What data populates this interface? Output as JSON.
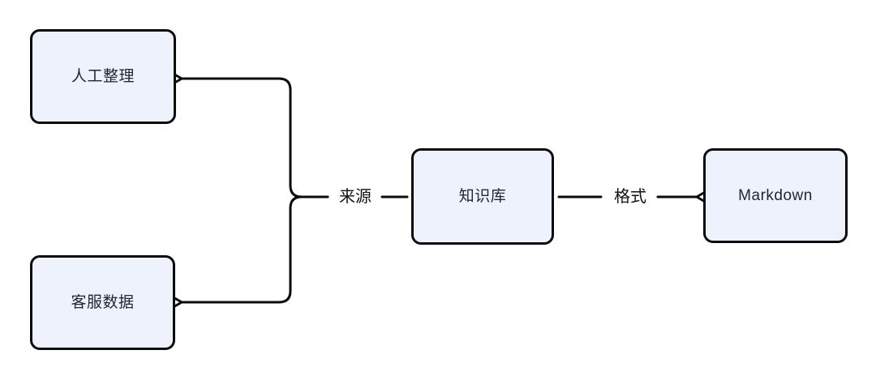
{
  "diagram": {
    "nodes": {
      "manual": {
        "label": "人工整理"
      },
      "service": {
        "label": "客服数据"
      },
      "kb": {
        "label": "知识库"
      },
      "markdown": {
        "label": "Markdown"
      }
    },
    "edge_labels": {
      "source": "来源",
      "format": "格式"
    },
    "edges": [
      {
        "from": "kb",
        "to": "manual",
        "label": "来源",
        "arrow": "into-manual"
      },
      {
        "from": "kb",
        "to": "service",
        "label": "来源",
        "arrow": "into-service"
      },
      {
        "from": "kb",
        "to": "markdown",
        "label": "格式",
        "arrow": "into-markdown"
      }
    ],
    "colors": {
      "background": "#ffffff",
      "node_fill": "#edf2fc",
      "node_border": "#0b0b0b",
      "line": "#0b0b0b",
      "node_text": "#212733",
      "label_text": "#111111"
    }
  }
}
